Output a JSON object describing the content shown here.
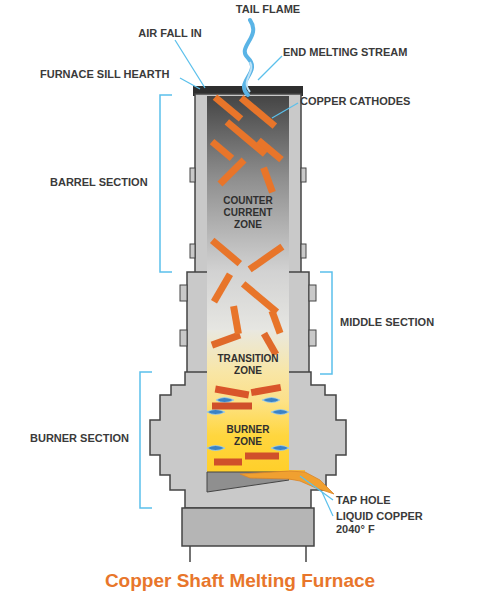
{
  "diagram": {
    "title": "Copper Shaft Melting Furnace",
    "nodes": [
      {
        "text": [
          "COUNTER CURRENT ZONE"
        ]
      },
      {
        "text": [
          "TRANSITION ZONE"
        ]
      },
      {
        "text": [
          "BURNER ZONE"
        ]
      }
    ],
    "labels": [
      "TAIL FLAME",
      "AIR FALL IN",
      "END MELTING STREAM",
      "FURNACE SILL HEARTH",
      "COPPER CATHODES",
      "BARREL SECTION",
      "MIDDLE SECTION",
      "BURNER SECTION",
      "TAP HOLE",
      "LIQUID COPPER 2040° F"
    ]
  }
}
